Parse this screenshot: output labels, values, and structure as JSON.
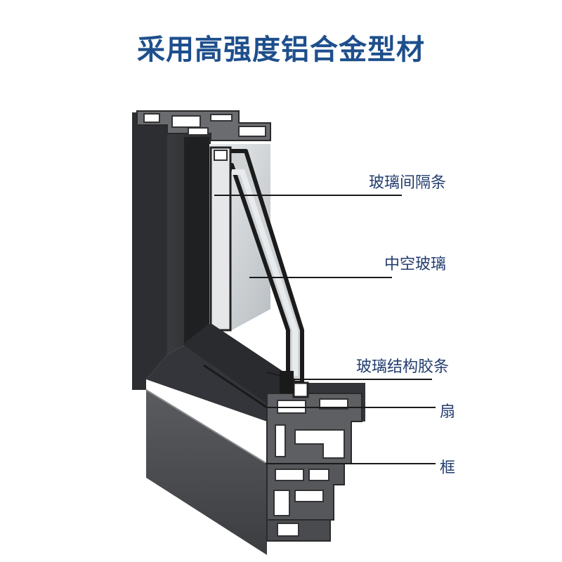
{
  "title": "采用高强度铝合金型材",
  "callouts": [
    {
      "id": "spacer",
      "label": "玻璃间隔条"
    },
    {
      "id": "insulated-glass",
      "label": "中空玻璃"
    },
    {
      "id": "glazing-gasket",
      "label": "玻璃结构胶条"
    },
    {
      "id": "sash",
      "label": "扇"
    },
    {
      "id": "frame",
      "label": "框"
    }
  ],
  "colors": {
    "title": "#1e4f8c",
    "label": "#233d6e",
    "leader": "#1a1a1a",
    "profile_dark": "#2b2b2d",
    "profile_face": "#454649",
    "glass": "#d6dadd"
  }
}
